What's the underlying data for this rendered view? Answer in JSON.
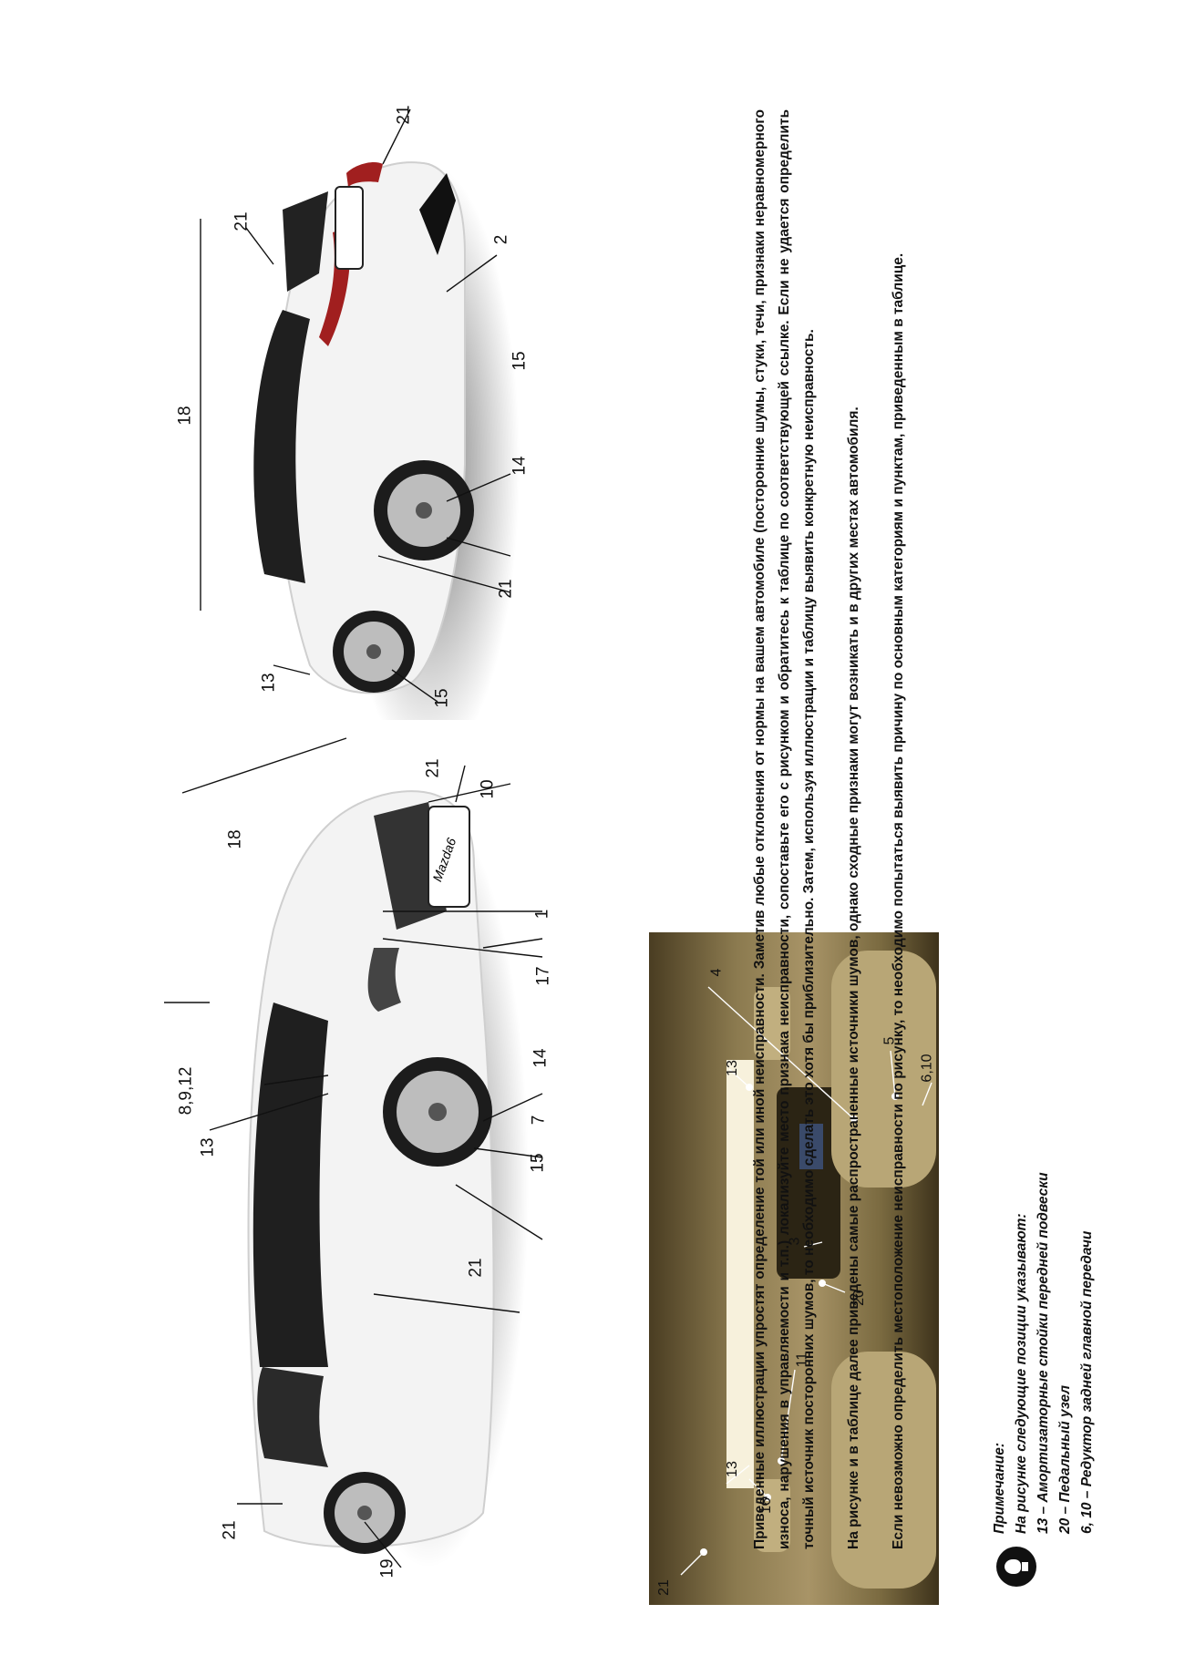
{
  "paragraphs": [
    "Приведенные иллюстрации упростят определение той или иной неисправности. Заметив любые отклонения от нормы на вашем автомобиле (посторонние шумы, стуки, течи, признаки неравномерного износа, нарушения в управляемости и т.п.) локализуйте место признака неисправности, сопоставьте его с рисунком и обратитесь к таблице по соответствующей ссылке. Если не удается определить точный источник посторонних шумов, то необходимо сделать это хотя бы приблизительно. Затем, используя иллюстрации и таблицу выявить конкретную неисправность.",
    "На рисунке и в таблице далее приведены самые распространенные источники шумов, однако сходные признаки могут возникать и в других местах автомобиля.",
    "Если невозможно определить местоположение неисправности по рисунку, то необходимо попытаться выявить причину по основным категориям и пунктам, приведенным в таблице."
  ],
  "note": {
    "title": "Примечание:",
    "lines": [
      "На рисунке следующие позиции указывают:",
      "13 – Амортизаторные стойки передней подвески",
      "20 – Педальный узел",
      "6, 10 – Редуктор задней главной передачи"
    ]
  },
  "callouts": {
    "front_car": [
      "21",
      "19",
      "21",
      "13",
      "8,9,12",
      "15",
      "7",
      "14",
      "17",
      "1",
      "10",
      "21",
      "18"
    ],
    "rear_car": [
      "13",
      "15",
      "21",
      "18",
      "14",
      "15",
      "2",
      "21",
      "21"
    ],
    "interior": [
      "21",
      "16",
      "13",
      "11",
      "20",
      "3",
      "13",
      "6,10",
      "5",
      "4"
    ]
  },
  "badge_text": "Mazda6",
  "colors": {
    "car_body": "#f4f4f4",
    "interior_beige": "#8c7a4e",
    "dark": "#1b1b1b"
  }
}
